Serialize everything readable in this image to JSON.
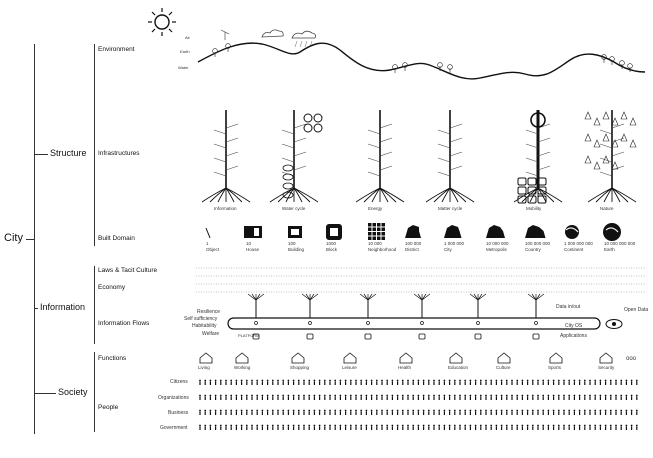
{
  "root": "City",
  "sections": {
    "structure": {
      "label": "Structure",
      "items": [
        "Environment",
        "Infrastructures",
        "Built Domain"
      ]
    },
    "information": {
      "label": "Information",
      "items": [
        "Laws & Tacit Culture",
        "Economy",
        "Information Flows"
      ]
    },
    "society": {
      "label": "Society",
      "items": [
        "Functions",
        "People"
      ]
    }
  },
  "environment_layers": [
    "Air",
    "Earth",
    "Water"
  ],
  "infrastructures": [
    "Information",
    "Water cycle",
    "Energy",
    "Matter cycle",
    "Mobility",
    "Nature"
  ],
  "built_domain": [
    {
      "count": "1",
      "name": "Object"
    },
    {
      "count": "10",
      "name": "House"
    },
    {
      "count": "100",
      "name": "Building"
    },
    {
      "count": "1000",
      "name": "Block"
    },
    {
      "count": "10 000",
      "name": "Neighborhood"
    },
    {
      "count": "100 000",
      "name": "District"
    },
    {
      "count": "1 000 000",
      "name": "City"
    },
    {
      "count": "10 000 000",
      "name": "Metropolis"
    },
    {
      "count": "100 000 000",
      "name": "Country"
    },
    {
      "count": "1 000 000 000",
      "name": "Continent"
    },
    {
      "count": "10 000 000 000",
      "name": "Earth"
    }
  ],
  "information_flows": {
    "levels": [
      "Resilience",
      "Self sufficiency",
      "Habitability",
      "Welfare"
    ],
    "platform": "PLATFORM",
    "data_in_out": "Data in/out",
    "open_data": "Open Data",
    "city_os": "City OS",
    "applications": "Applications"
  },
  "functions": [
    "Living",
    "Working",
    "Shopping",
    "Leisure",
    "Health",
    "Education",
    "Culture",
    "Sports",
    "Security",
    "ooo"
  ],
  "people_groups": [
    "Citizens",
    "Organizations",
    "Business",
    "Government"
  ],
  "colors": {
    "ink": "#111111",
    "line": "#333333",
    "faint": "#9a9a9a"
  }
}
